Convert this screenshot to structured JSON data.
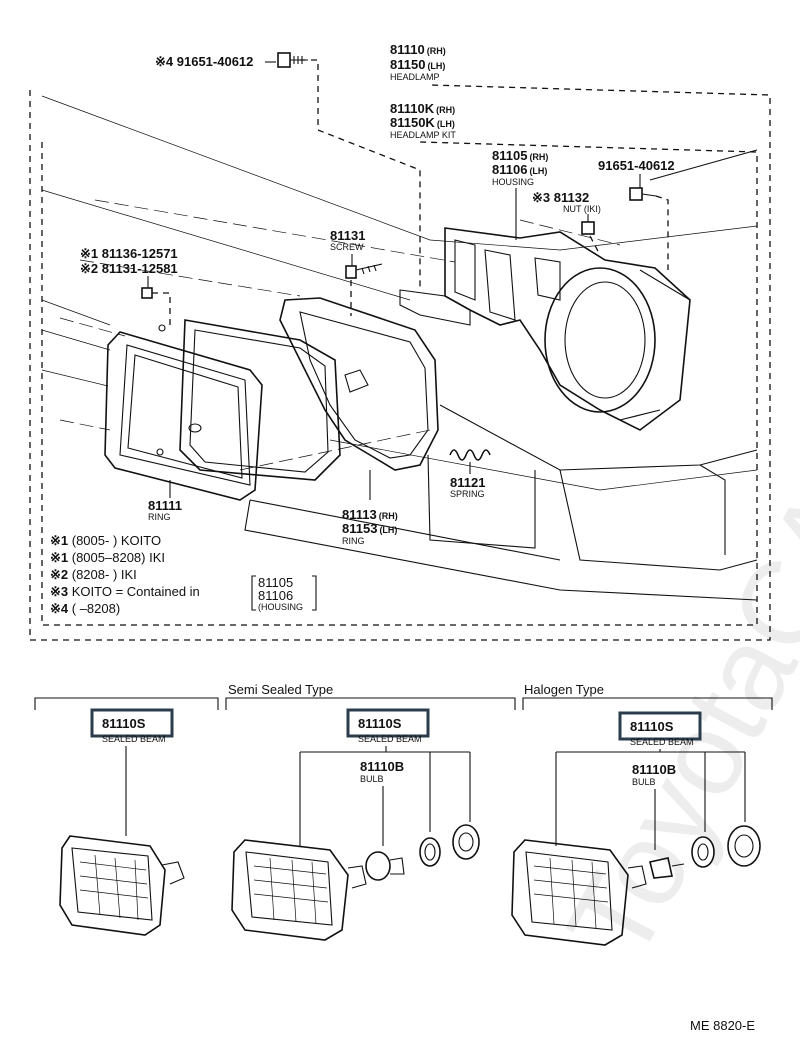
{
  "watermark": "ToyotaCAM.ru",
  "top": {
    "screw_top": {
      "prefix": "※4",
      "part": "91651-40612"
    },
    "headlamp": {
      "rh": "81110",
      "rh_tag": "(RH)",
      "lh": "81150",
      "lh_tag": "(LH)",
      "name": "HEADLAMP"
    },
    "kit": {
      "rh": "81110K",
      "rh_tag": "(RH)",
      "lh": "81150K",
      "lh_tag": "(LH)",
      "name": "HEADLAMP KIT"
    },
    "housing": {
      "rh": "81105",
      "rh_tag": "(RH)",
      "lh": "81106",
      "lh_tag": "(LH)",
      "name": "HOUSING"
    },
    "bolt_right": {
      "part": "91651-40612"
    },
    "nut": {
      "prefix": "※3",
      "part": "81132",
      "name": "NUT (IKI)"
    },
    "screw": {
      "part": "81131",
      "name": "SCREW"
    },
    "screw_alt1": {
      "prefix": "※1",
      "part": "81136-12571"
    },
    "screw_alt2": {
      "prefix": "※2",
      "part": "81131-12581"
    },
    "ring_outer": {
      "part": "81111",
      "name": "RING"
    },
    "ring_inner": {
      "rh": "81113",
      "rh_tag": "(RH)",
      "lh": "81153",
      "lh_tag": "(LH)",
      "name": "RING"
    },
    "spring": {
      "part": "81121",
      "name": "SPRING"
    }
  },
  "notes": [
    {
      "mark": "※1",
      "text": "(8005-        )  KOITO"
    },
    {
      "mark": "※1",
      "text": "(8005–8208)  IKI"
    },
    {
      "mark": "※2",
      "text": "(8208-        )  IKI"
    },
    {
      "mark": "※3",
      "text": "KOITO = Contained in"
    },
    {
      "mark": "※4",
      "text": "(        –8208)"
    }
  ],
  "contained_in": {
    "a": "81105",
    "b": "81106",
    "c": "(HOUSING"
  },
  "sections": {
    "semi_sealed": "Semi Sealed Type",
    "halogen": "Halogen Type"
  },
  "bottom": {
    "left": {
      "part": "81110S",
      "name": "SEALED BEAM"
    },
    "middle": {
      "part": "81110S",
      "name": "SEALED BEAM",
      "bulb_part": "81110B",
      "bulb_name": "BULB"
    },
    "right": {
      "part": "81110S",
      "name": "SEALED BEAM",
      "bulb_part": "81110B",
      "bulb_name": "BULB"
    }
  },
  "footer": {
    "code": "ME  8820-E"
  },
  "highlight_color": "#2b3d4d"
}
